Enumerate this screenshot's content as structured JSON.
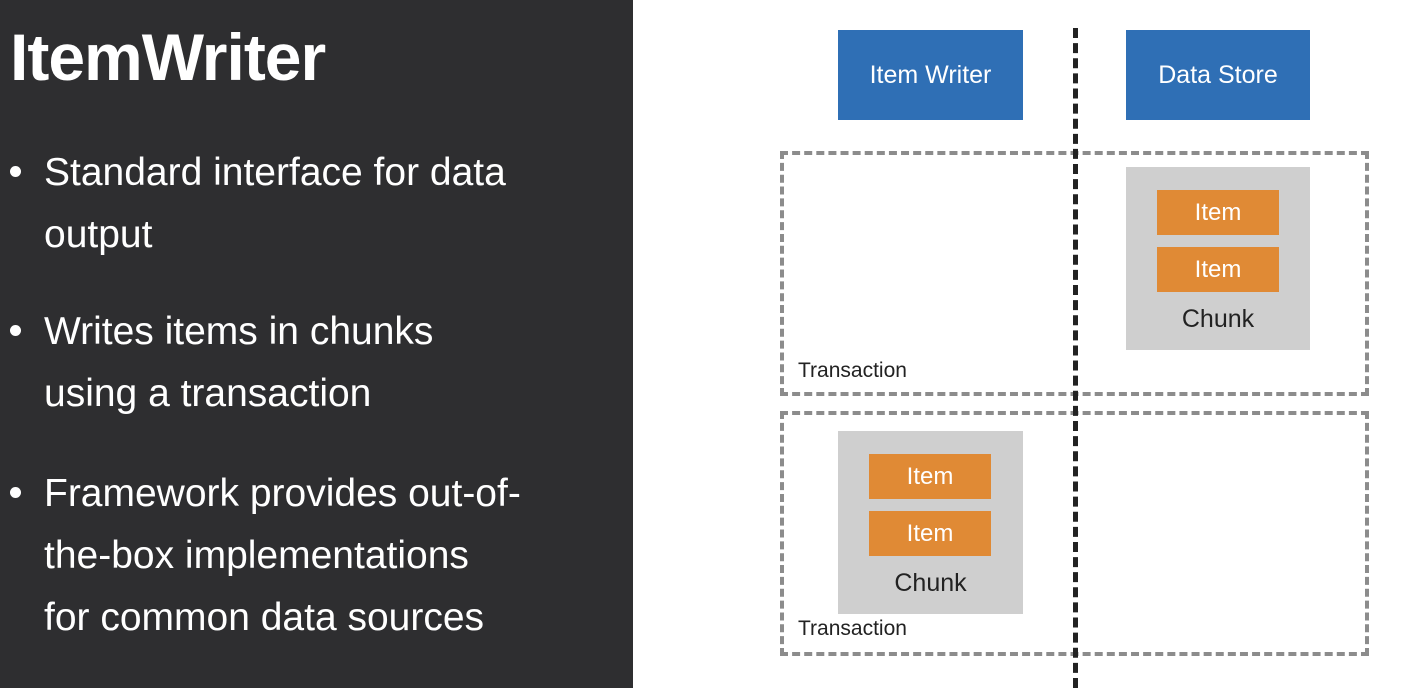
{
  "slide": {
    "title": "ItemWriter",
    "bullets": [
      {
        "line1": "Standard interface for data",
        "line2": "output",
        "line3": ""
      },
      {
        "line1": "Writes items in chunks",
        "line2": "using a transaction",
        "line3": ""
      },
      {
        "line1": "Framework provides out-of-",
        "line2": "the-box implementations",
        "line3": "for common data sources"
      }
    ]
  },
  "diagram": {
    "columns": [
      "Item Writer",
      "Data Store"
    ],
    "transaction_label": "Transaction",
    "chunk_label": "Chunk",
    "item_label": "Item",
    "colors": {
      "column_box": "#2f6fb5",
      "item": "#e08a35",
      "chunk": "#cfcfcf",
      "left_panel": "#2e2e30"
    }
  }
}
